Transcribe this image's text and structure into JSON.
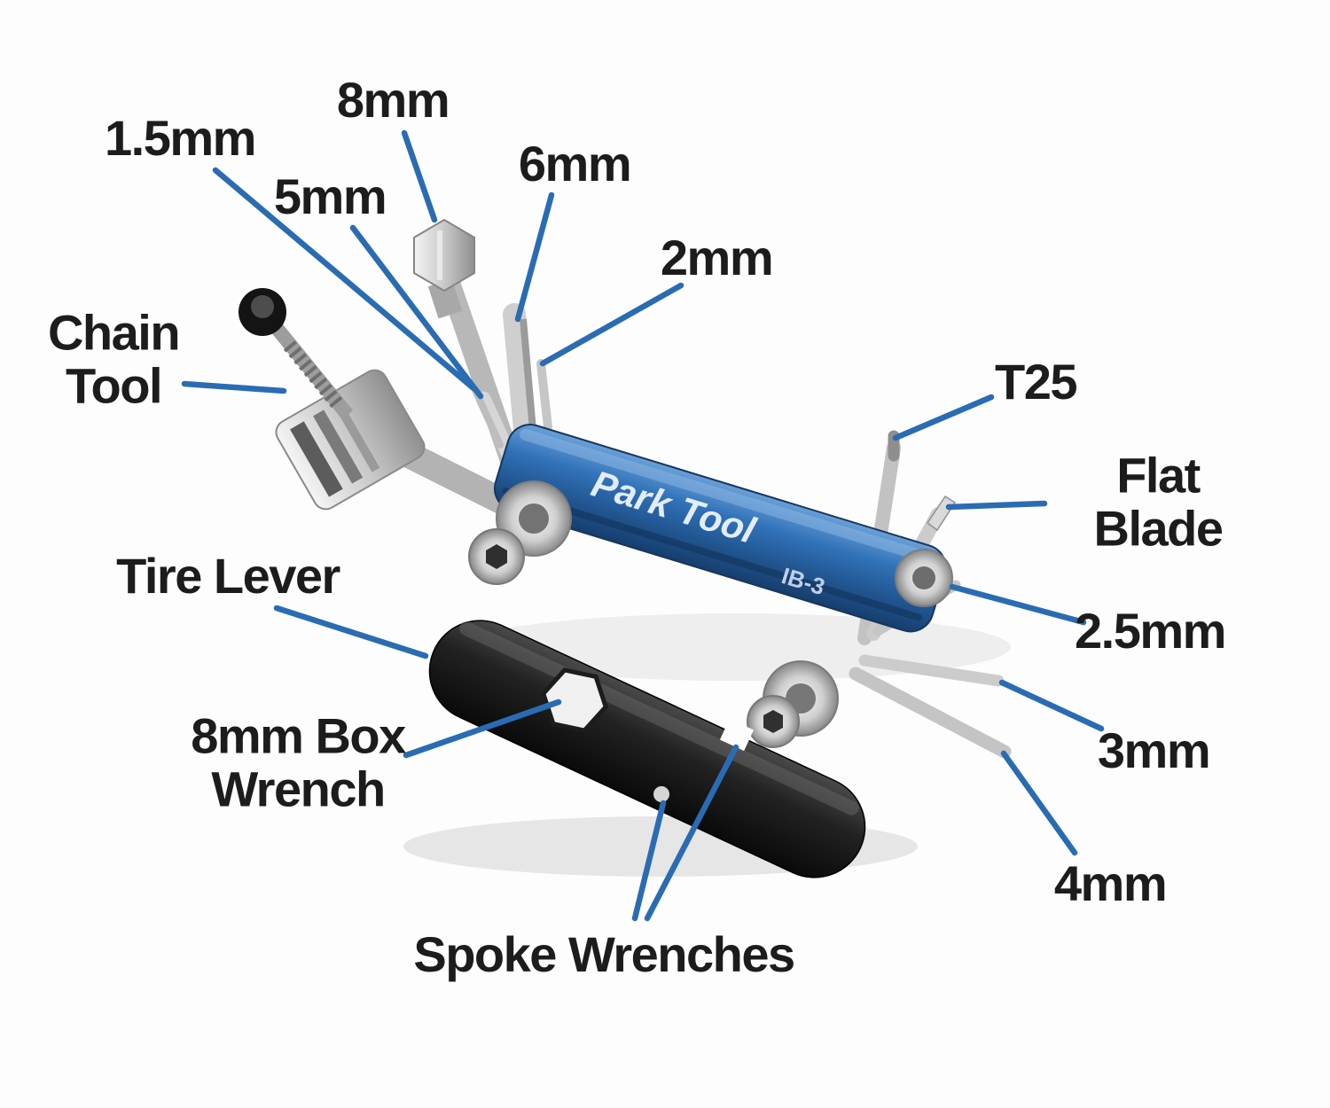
{
  "product": {
    "brand": "Park Tool",
    "model": "IB-3"
  },
  "labels": {
    "hex8": "8mm",
    "hex15": "1.5mm",
    "hex6": "6mm",
    "hex5": "5mm",
    "hex2": "2mm",
    "chain_tool": "Chain\nTool",
    "t25": "T25",
    "flat_blade": "Flat Blade",
    "tire_lever": "Tire Lever",
    "hex25": "2.5mm",
    "box_wrench": "8mm Box\nWrench",
    "hex3": "3mm",
    "hex4": "4mm",
    "spoke_wrenches": "Spoke Wrenches"
  },
  "colors": {
    "leader": "#2a6cb3",
    "label_text": "#1c1c1c",
    "tool_body_blue": "#2f6fb3",
    "tire_lever_black": "#1b1b1b",
    "metal_silver": "#c6c6c6"
  }
}
